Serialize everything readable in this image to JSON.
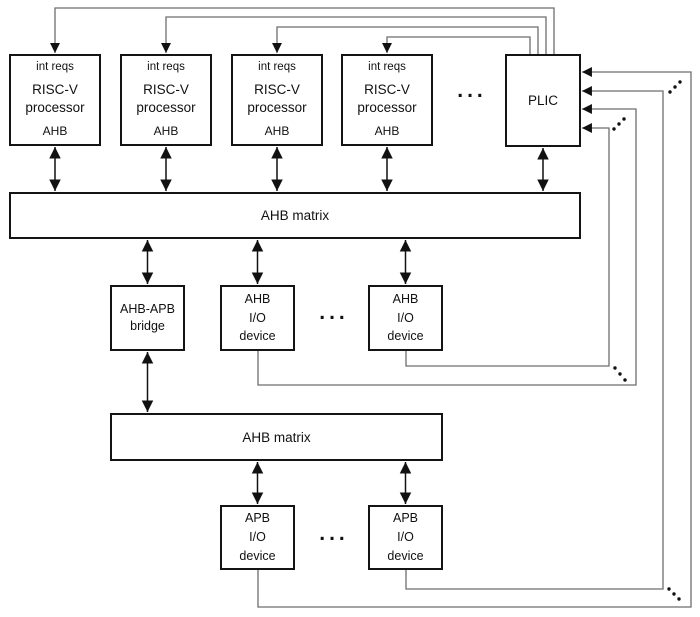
{
  "processor": {
    "top_label": "int reqs",
    "name_line1": "RISC-V",
    "name_line2": "processor",
    "bottom_label": "AHB"
  },
  "plic": {
    "label": "PLIC"
  },
  "ahb_matrix_top": {
    "label": "AHB matrix"
  },
  "ahb_matrix_bottom": {
    "label": "AHB matrix"
  },
  "bridge": {
    "line1": "AHB-APB",
    "line2": "bridge"
  },
  "ahb_io_device": {
    "line1": "AHB",
    "line2": "I/O",
    "line3": "device"
  },
  "apb_io_device": {
    "line1": "APB",
    "line2": "I/O",
    "line3": "device"
  },
  "ellipsis": "..."
}
